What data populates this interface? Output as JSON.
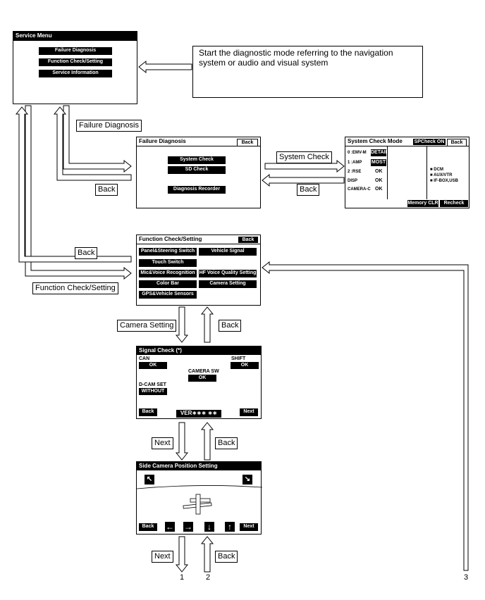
{
  "service_menu": {
    "title": "Service Menu",
    "items": [
      "Failure Diagnosis",
      "Function Check/Setting",
      "Service Information"
    ]
  },
  "note": {
    "line1": "Start the diagnostic mode referring to the navigation",
    "line2": "system or audio and visual system"
  },
  "failure_diagnosis": {
    "title": "Failure Diagnosis",
    "back": "Back",
    "items": [
      "System Check",
      "SD Check",
      "Diagnosis Recorder"
    ]
  },
  "system_check_mode": {
    "title": "System Check Mode",
    "spcheck": "SPCheck ON",
    "back": "Back",
    "rows": [
      {
        "label": "0 :EMV-M",
        "value": "DETAIL"
      },
      {
        "label": "1 :AMP",
        "value": "MOST"
      },
      {
        "label": "2 :RSE",
        "value": "OK"
      },
      {
        "label": "DISP",
        "value": "OK"
      },
      {
        "label": "CAMERA-C",
        "value": "OK"
      }
    ],
    "legend": [
      "■ DCM",
      "■ AUX/VTR",
      "■ IF-BOX,USB"
    ],
    "memory_clr": "Memory CLR",
    "recheck": "Recheck"
  },
  "function_check": {
    "title": "Function Check/Setting",
    "back": "Back",
    "items": [
      "Panel&Steering Switch",
      "Vehicle Signal",
      "Touch Switch",
      "Mic&Voice Recognition",
      "HF Voice Quality Setting",
      "Color Bar",
      "Camera Setting",
      "GPS&Vehicle Sensors"
    ]
  },
  "signal_check": {
    "title": "Signal Check (*)",
    "can_label": "CAN",
    "can_value": "OK",
    "shift_label": "SHIFT",
    "shift_value": "OK",
    "camera_sw_label": "CAMERA SW",
    "camera_sw_value": "OK",
    "dcam_label": "D-CAM SET",
    "dcam_value": "WITHOUT",
    "back": "Back",
    "version": "VER∗∗∗ ∗∗",
    "next": "Next"
  },
  "side_camera": {
    "title": "Side Camera Position Setting",
    "back": "Back",
    "next": "Next",
    "arrows": [
      "←",
      "→",
      "↓",
      "↑"
    ]
  },
  "flow_labels": {
    "failure_diagnosis": "Failure Diagnosis",
    "back_fd": "Back",
    "system_check": "System Check",
    "back_sc": "Back",
    "back_fc": "Back",
    "function_check": "Function Check/Setting",
    "camera_setting": "Camera Setting",
    "back_cam": "Back",
    "next_sig": "Next",
    "back_sig": "Back",
    "next_side": "Next",
    "back_side": "Back"
  },
  "exit_numbers": [
    "1",
    "2",
    "3"
  ]
}
